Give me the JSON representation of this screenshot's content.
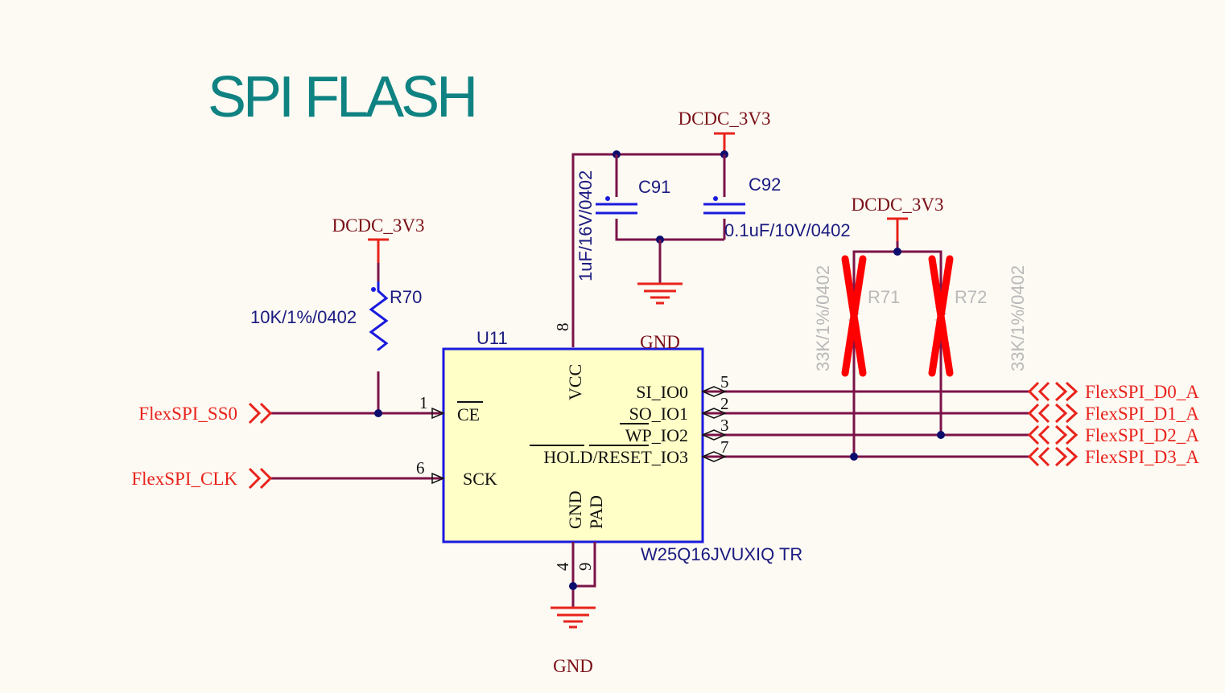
{
  "title": "SPI FLASH",
  "power": {
    "dcdc_3v3": "DCDC_3V3",
    "gnd": "GND"
  },
  "chip": {
    "refdes": "U11",
    "part": "W25Q16JVUXIQ TR",
    "pins": {
      "ce_name": "CE",
      "ce_num": "1",
      "sck_name": "SCK",
      "sck_num": "6",
      "vcc_name": "VCC",
      "vcc_num": "8",
      "si_name": "SI_IO0",
      "si_num": "5",
      "so_name": "SO_IO1",
      "so_num": "2",
      "wp_name": "WP_IO2",
      "wp_num": "3",
      "hold_name": "HOLD/RESET_IO3",
      "hold_num": "7",
      "gnd_name": "GND",
      "gnd_num": "4",
      "pad_name": "PAD",
      "pad_num": "9"
    }
  },
  "components": {
    "r70": {
      "ref": "R70",
      "value": "10K/1%/0402"
    },
    "r71": {
      "ref": "R71",
      "value": "33K/1%/0402"
    },
    "r72": {
      "ref": "R72",
      "value": "33K/1%/0402"
    },
    "c91": {
      "ref": "C91",
      "value": "1uF/16V/0402"
    },
    "c92": {
      "ref": "C92",
      "value": "0.1uF/10V/0402"
    }
  },
  "nets": {
    "ss0": "FlexSPI_SS0",
    "clk": "FlexSPI_CLK",
    "d0": "FlexSPI_D0_A",
    "d1": "FlexSPI_D1_A",
    "d2": "FlexSPI_D2_A",
    "d3": "FlexSPI_D3_A"
  },
  "colors": {
    "title": "#0f8282",
    "wire": "#7b1348",
    "net_label": "#e8231c",
    "power_label": "#7a0f17",
    "chip_fill": "#ffffc7",
    "chip_border": "#1a1adf",
    "dnp_mark": "#ff0000"
  }
}
